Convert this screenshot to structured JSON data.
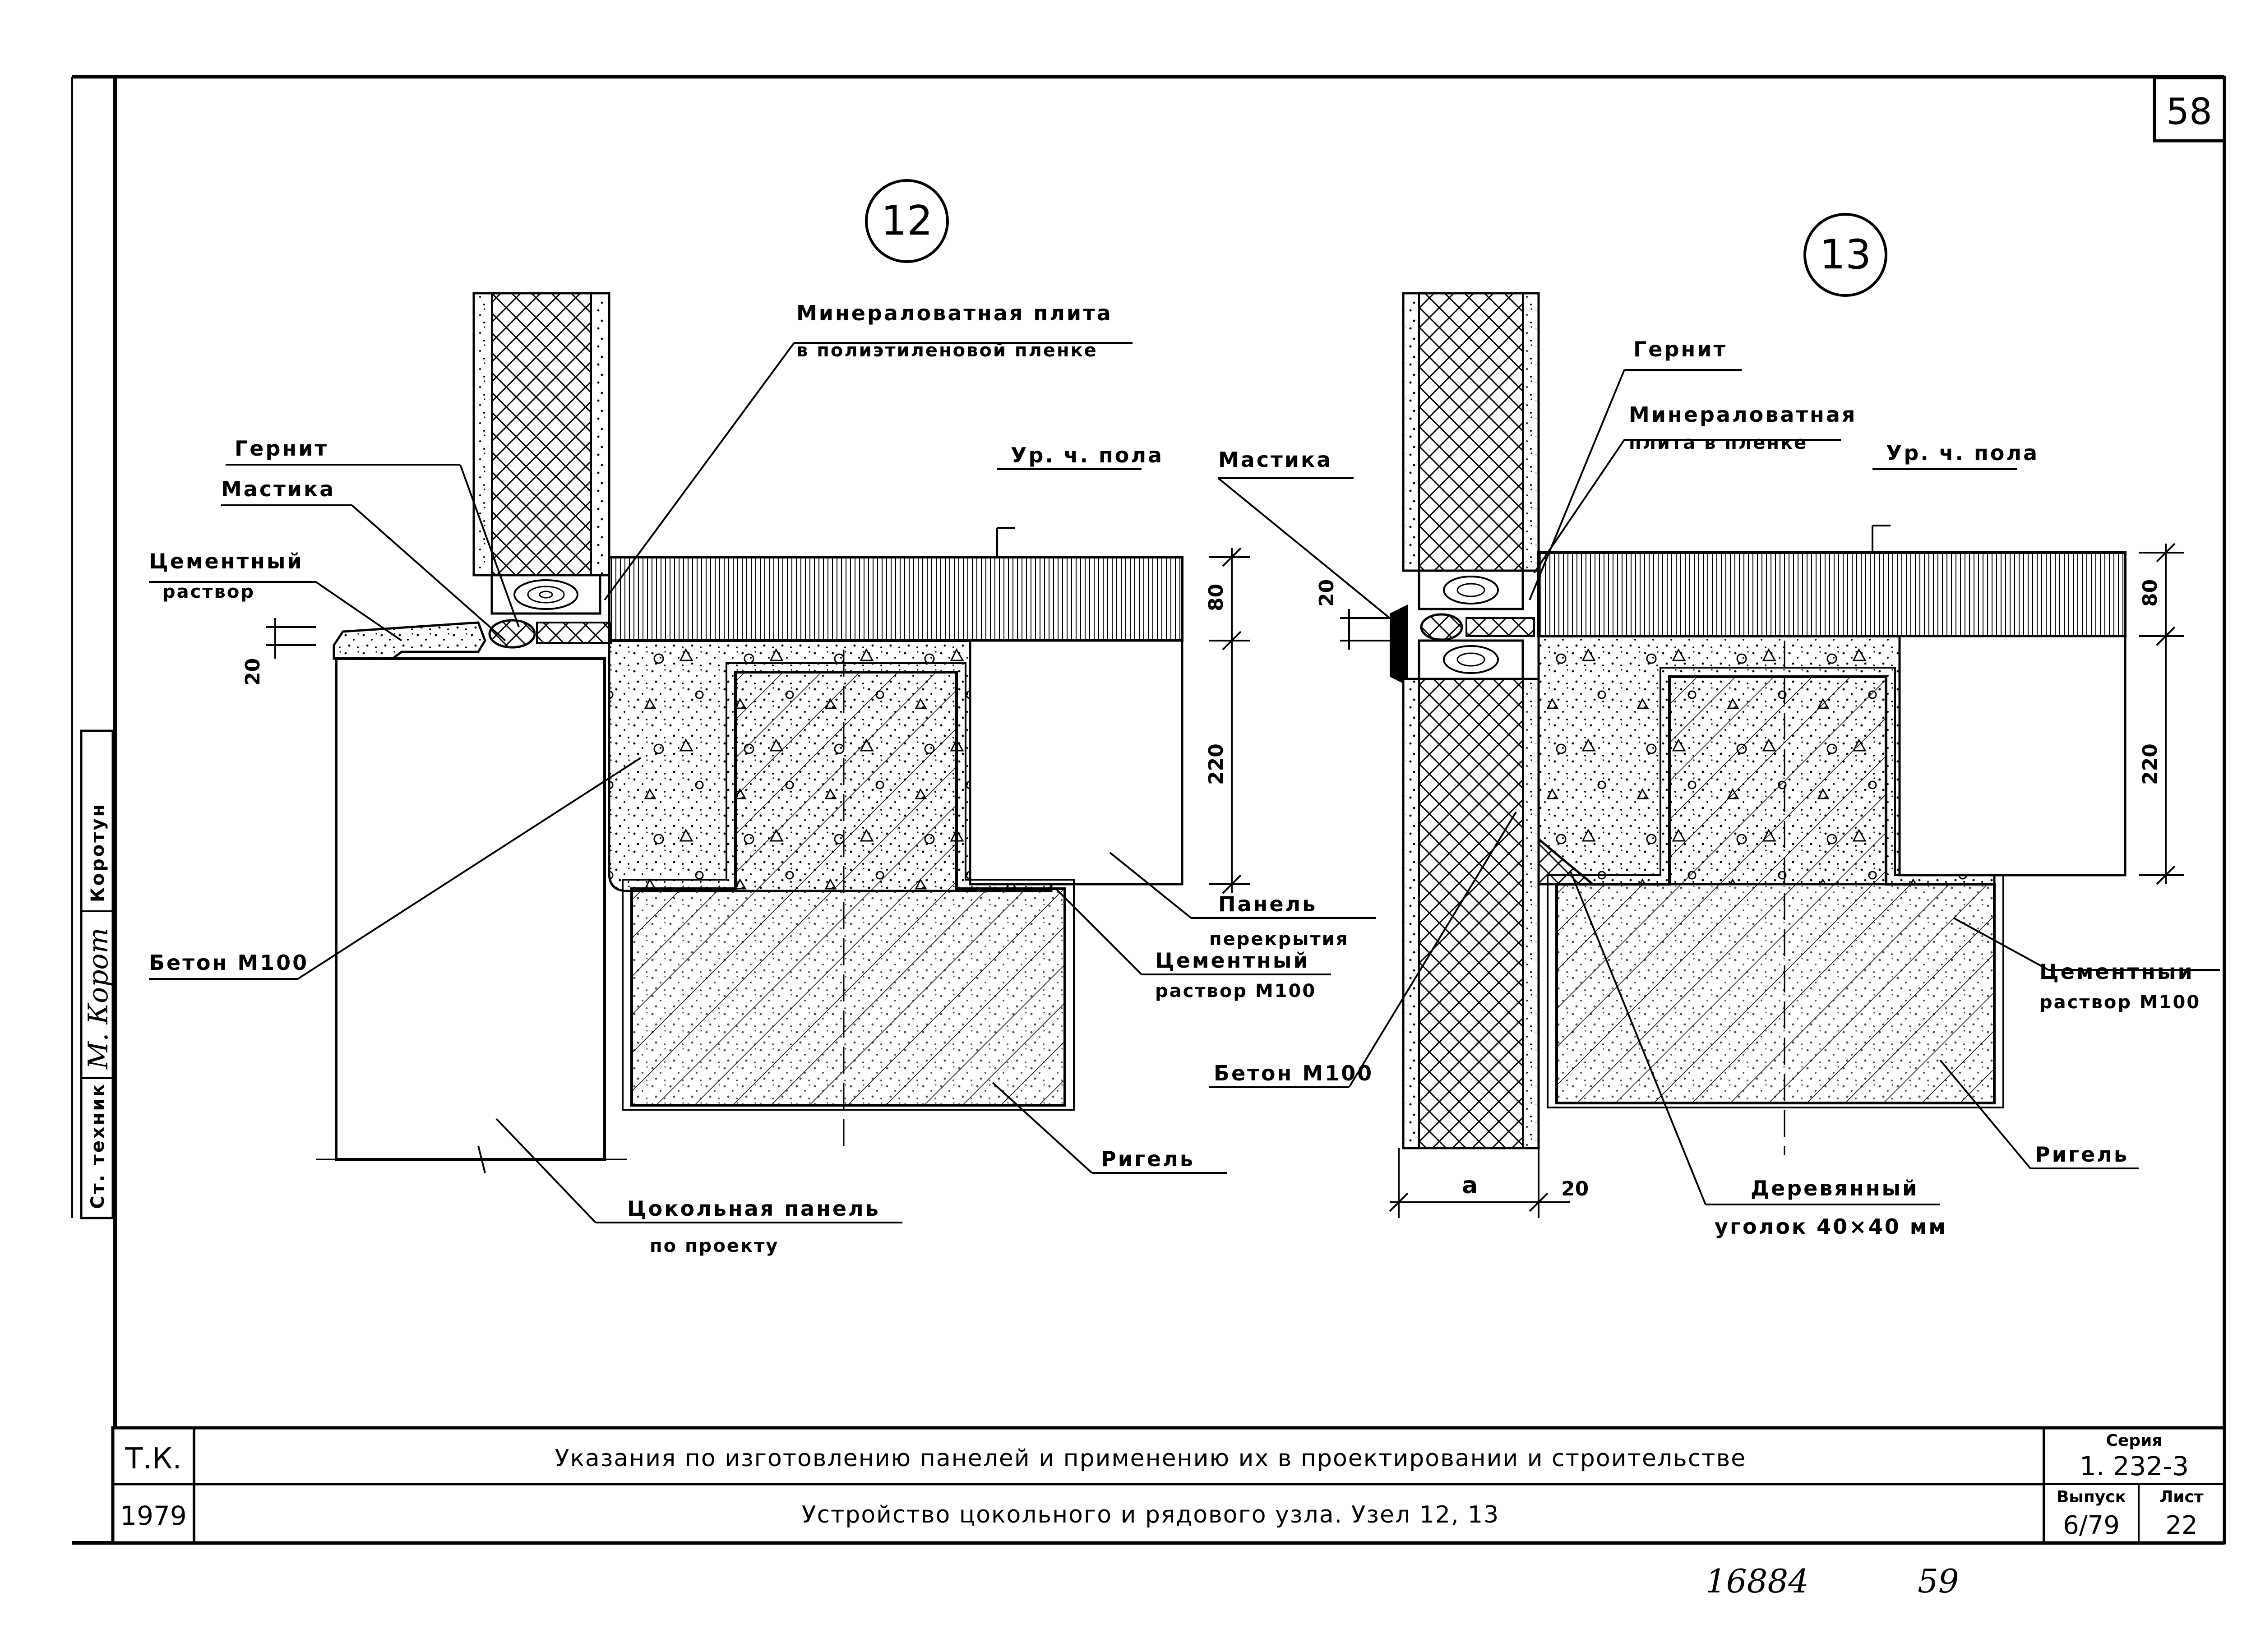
{
  "sheet": {
    "page_number": "58"
  },
  "details": {
    "node12": {
      "marker": "12",
      "labels": {
        "mineral_wool_1": "Минераловатная плита",
        "mineral_wool_2": "в полиэтиленовой пленке",
        "gernit": "Гернит",
        "mastika": "Мастика",
        "cement_1": "Цементный",
        "cement_2": "раствор",
        "floor_level": "Ур. ч. пола",
        "beton": "Бетон М100",
        "panel_1": "Панель",
        "panel_2": "перекрытия",
        "cement_m100_1": "Цементный",
        "cement_m100_2": "раствор М100",
        "rigel": "Ригель",
        "plinth_1": "Цокольная панель",
        "plinth_2": "по проекту"
      },
      "dims": {
        "d20": "20",
        "d80": "80",
        "d220": "220"
      }
    },
    "node13": {
      "marker": "13",
      "labels": {
        "gernit": "Гернит",
        "mineral_wool_1": "Минераловатная",
        "mineral_wool_2": "плита в пленке",
        "floor_level": "Ур. ч. пола",
        "mastika": "Мастика",
        "cement_1": "Цементныи",
        "cement_2": "раствор М100",
        "beton": "Бетон М100",
        "rigel": "Ригель",
        "wood_1": "Деревянный",
        "wood_2": "уголок 40×40 мм"
      },
      "dims": {
        "d20": "20",
        "d80": "80",
        "d220": "220",
        "da": "а",
        "d20b": "20"
      }
    }
  },
  "side_stamp": {
    "role": "Ст. техник",
    "name": "Коротун",
    "signature": "М. Корот"
  },
  "title_block": {
    "org": "Т.К.",
    "year": "1979",
    "title1": "Указания по изготовлению панелей и применению их в проектировании и   строительстве",
    "title2": "Устройство цокольного и рядового узла.  Узел 12, 13",
    "series_label": "Серия",
    "series_value": "1. 232-3",
    "issue_label": "Выпуск",
    "issue_value": "6/79",
    "sheet_label": "Лист",
    "sheet_value": "22"
  },
  "footer": {
    "left": "16884",
    "right": "59"
  }
}
